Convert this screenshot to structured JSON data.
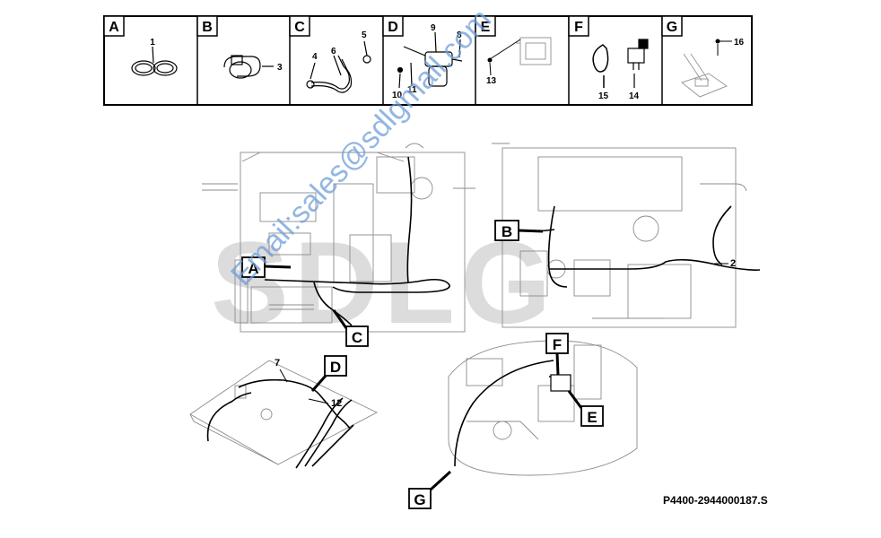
{
  "legend": {
    "cells": [
      {
        "letter": "A",
        "parts": [
          "1"
        ]
      },
      {
        "letter": "B",
        "parts": [
          "3"
        ]
      },
      {
        "letter": "C",
        "parts": [
          "4",
          "5",
          "6"
        ]
      },
      {
        "letter": "D",
        "parts": [
          "8",
          "9",
          "10",
          "11"
        ]
      },
      {
        "letter": "E",
        "parts": [
          "13"
        ]
      },
      {
        "letter": "F",
        "parts": [
          "14",
          "15"
        ]
      },
      {
        "letter": "G",
        "parts": [
          "16"
        ]
      }
    ]
  },
  "callouts": {
    "A": "A",
    "B": "B",
    "C": "C",
    "D": "D",
    "E": "E",
    "F": "F",
    "G": "G"
  },
  "part_refs": {
    "harness_right": "2",
    "harness_floor": "7",
    "harness_floor_b": "12"
  },
  "logo_text": "SDLG",
  "watermark": "Email:sales@sdlgmall.com",
  "part_number": "P4400-2944000187.S"
}
